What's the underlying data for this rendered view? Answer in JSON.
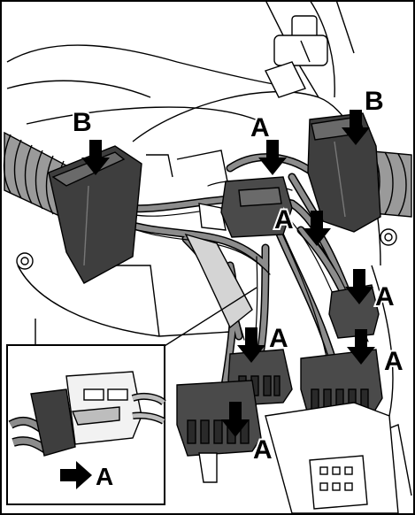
{
  "callouts": {
    "b_left": "B",
    "b_right": "B",
    "a_top_center": "A",
    "a_middle_left": "A",
    "a_right_upper": "A",
    "a_right_middle": "A",
    "a_right_lower": "A",
    "a_bottom": "A",
    "a_inset": "A"
  },
  "icons": {
    "arrow": "down-arrow-icon",
    "inset_arrow": "right-arrow-icon"
  },
  "colors": {
    "line": "#000000",
    "connector_dark": "#4a4a4a",
    "wire_gray": "#8c8c8c",
    "wire_light": "#bdbdbd",
    "background": "#ffffff"
  }
}
